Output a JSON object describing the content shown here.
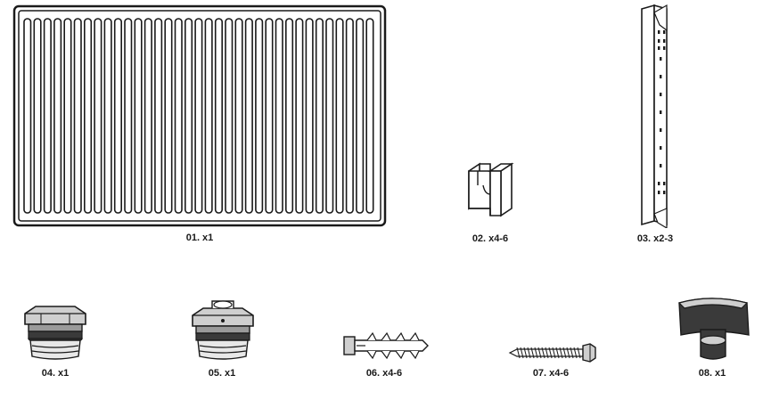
{
  "parts": [
    {
      "id": "01",
      "label": "01. x1"
    },
    {
      "id": "02",
      "label": "02. x4-6"
    },
    {
      "id": "03",
      "label": "03. x2-3"
    },
    {
      "id": "04",
      "label": "04. x1"
    },
    {
      "id": "05",
      "label": "05. x1"
    },
    {
      "id": "06",
      "label": "06. x4-6"
    },
    {
      "id": "07",
      "label": "07. x4-6"
    },
    {
      "id": "08",
      "label": "08. x1"
    }
  ],
  "colors": {
    "line": "#1a1a1a",
    "fill_light": "#d9d9d9",
    "fill_mid": "#9a9a9a",
    "fill_dark": "#3a3a3a"
  }
}
